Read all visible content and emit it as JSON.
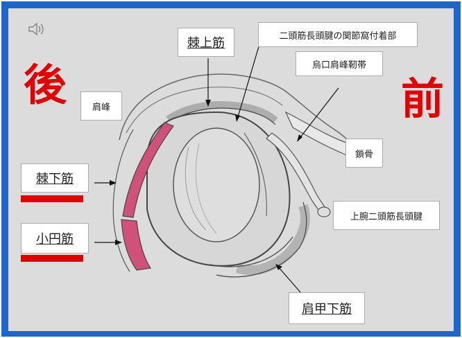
{
  "slide": {
    "side_labels": {
      "posterior": "後",
      "anterior": "前"
    },
    "labels": {
      "supraspinatus": "棘上筋",
      "biceps_long_head_origin": "二頭筋長頭腱の関節窩付着部",
      "coracoacromial_ligament": "烏口肩峰靭帯",
      "acromion": "肩峰",
      "clavicle": "鎖骨",
      "infraspinatus": "棘下筋",
      "teres_minor": "小円筋",
      "biceps_long_head_tendon": "上腕二頭筋長頭腱",
      "subscapularis": "肩甲下筋"
    },
    "colors": {
      "frame": "#1f66c9",
      "highlight": "#e00000",
      "muscle_pink": "#d0527a"
    },
    "icons": {
      "audio": "speaker-icon"
    }
  }
}
